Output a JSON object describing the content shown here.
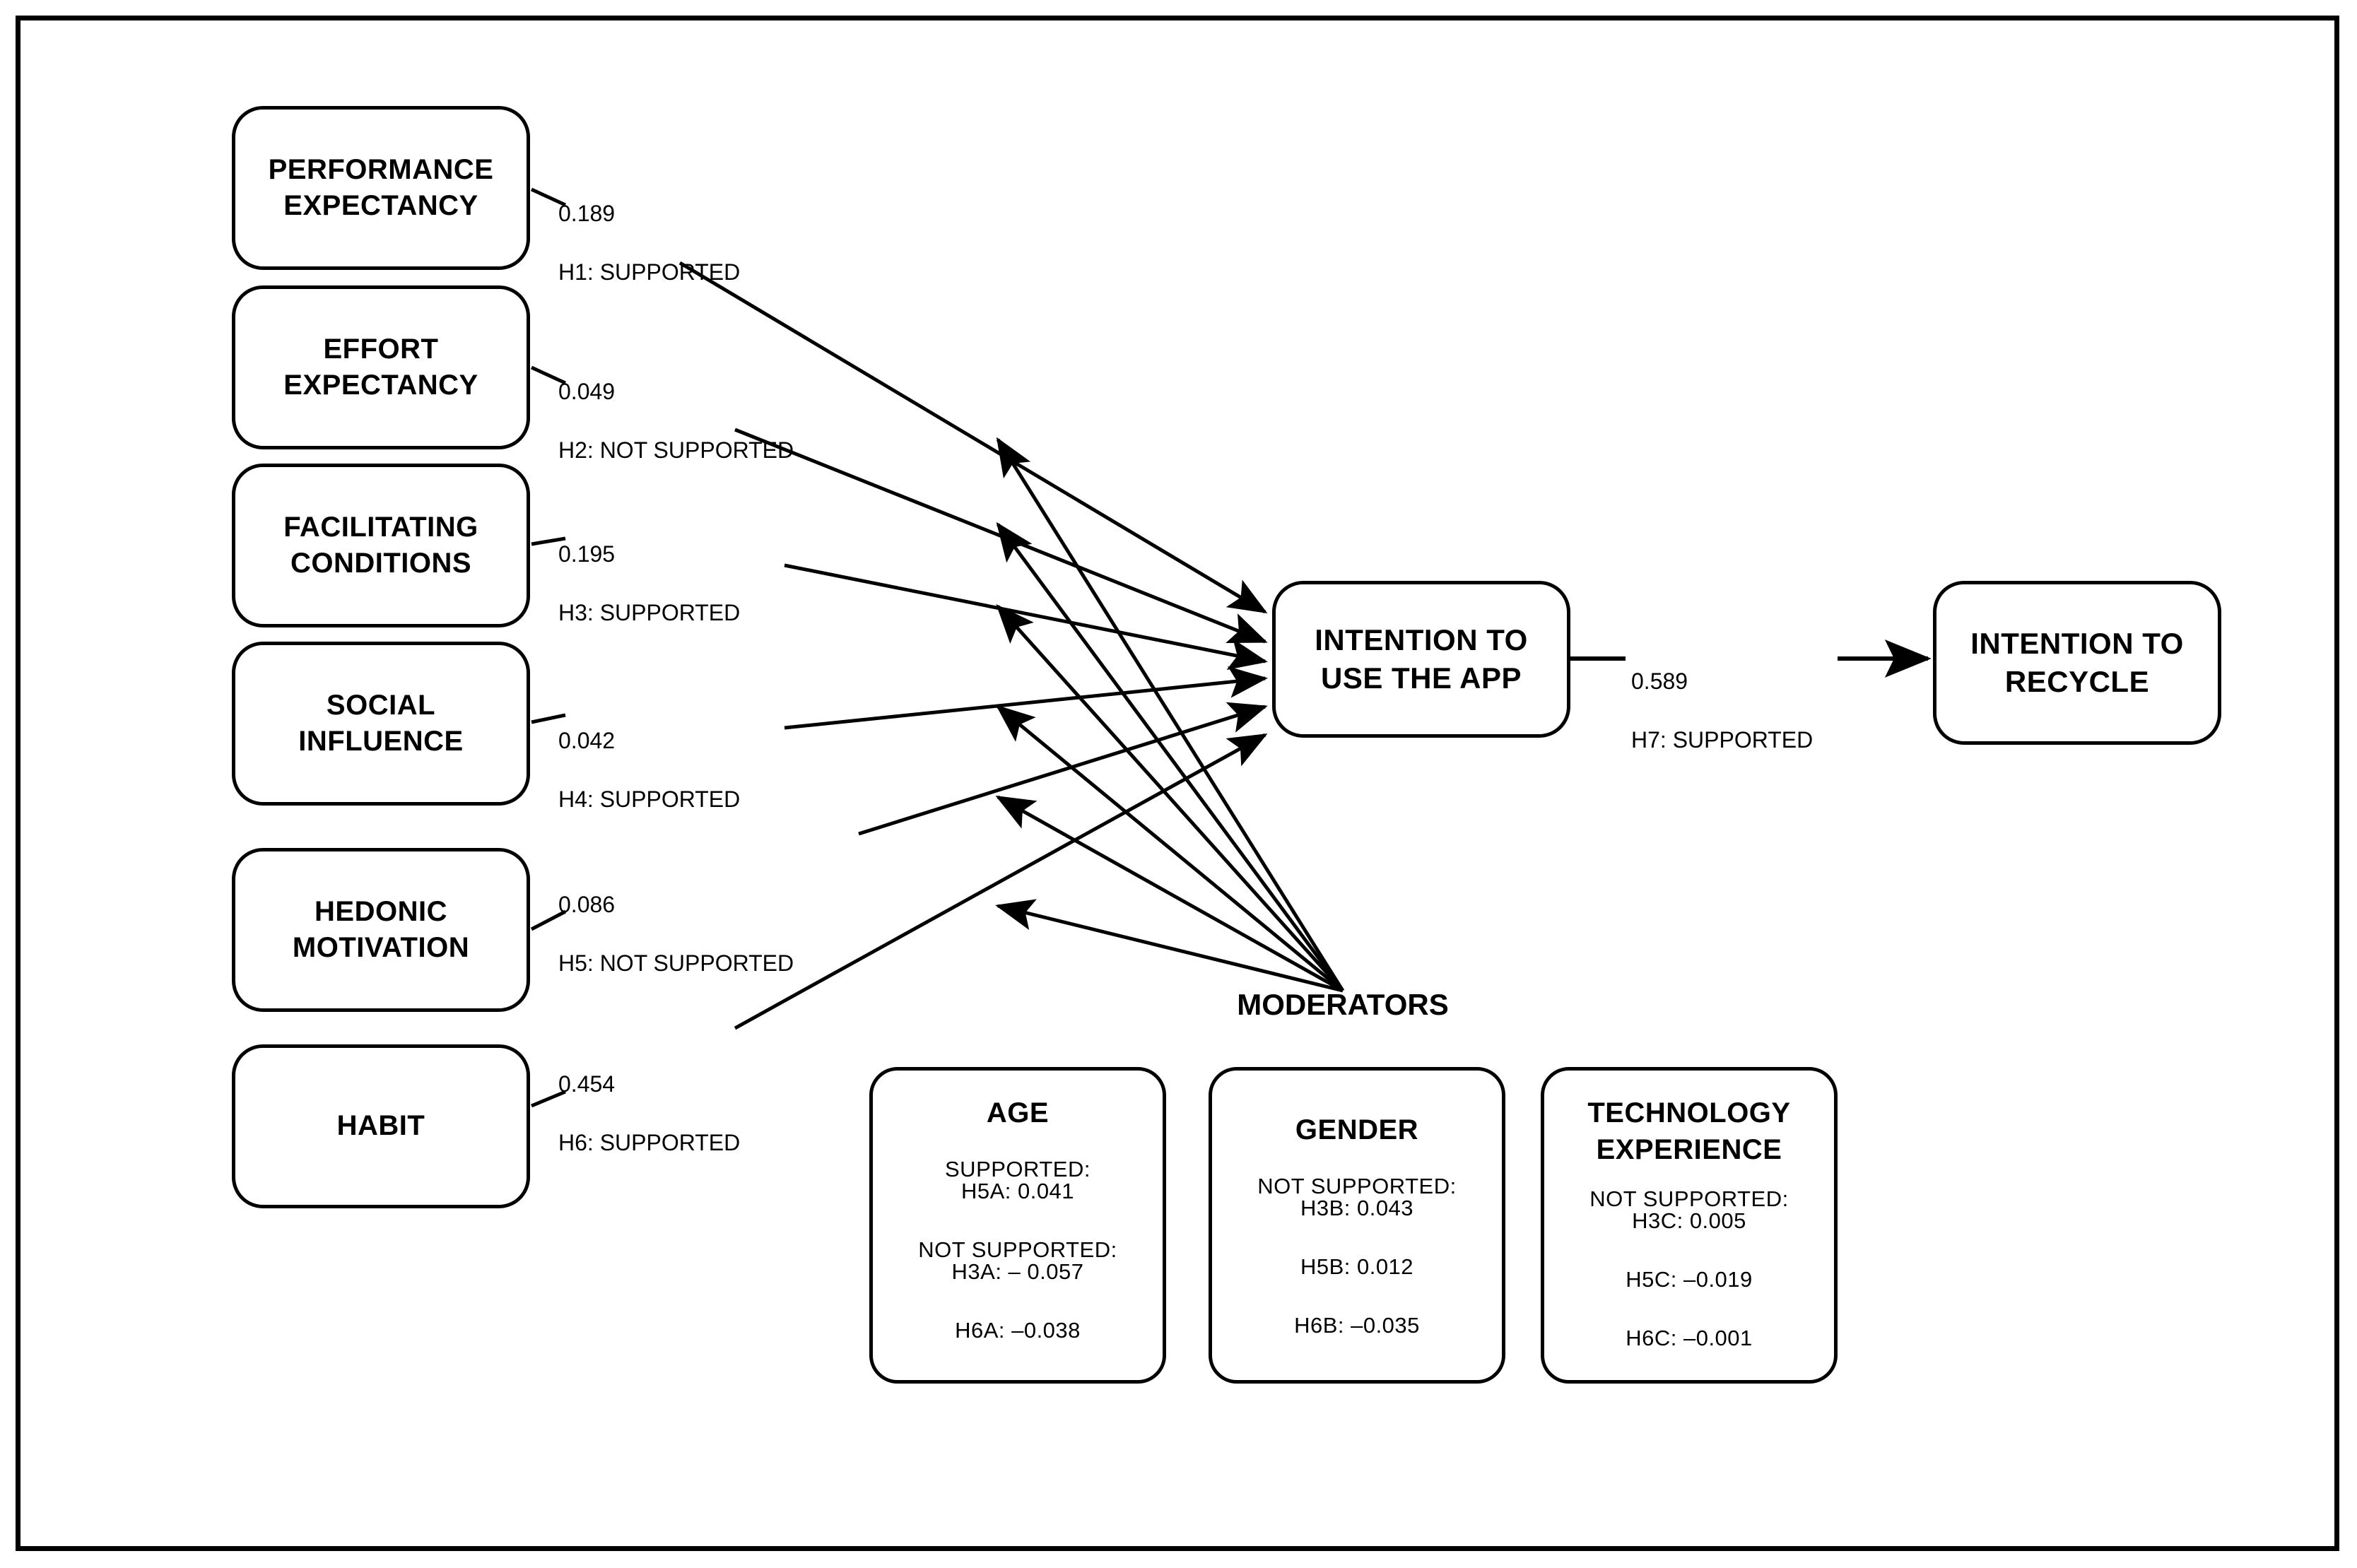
{
  "diagram": {
    "title": "UTAUT2 structural model with moderators",
    "frame": {
      "border_color": "#000000"
    },
    "moderators_caption": "MODERATORS"
  },
  "predictors": [
    {
      "id": "performance-expectancy",
      "label": "PERFORMANCE\nEXPECTANCY",
      "coefficient": "0.189",
      "hypothesis": "H1: SUPPORTED"
    },
    {
      "id": "effort-expectancy",
      "label": "EFFORT\nEXPECTANCY",
      "coefficient": "0.049",
      "hypothesis": "H2: NOT SUPPORTED"
    },
    {
      "id": "facilitating-conditions",
      "label": "FACILITATING\nCONDITIONS",
      "coefficient": "0.195",
      "hypothesis": "H3: SUPPORTED"
    },
    {
      "id": "social-influence",
      "label": "SOCIAL\nINFLUENCE",
      "coefficient": "0.042",
      "hypothesis": "H4: SUPPORTED"
    },
    {
      "id": "hedonic-motivation",
      "label": "HEDONIC\nMOTIVATION",
      "coefficient": "0.086",
      "hypothesis": "H5: NOT SUPPORTED"
    },
    {
      "id": "habit",
      "label": "HABIT",
      "coefficient": "0.454",
      "hypothesis": "H6: SUPPORTED"
    }
  ],
  "core": {
    "intention_to_use": {
      "label": "INTENTION TO\nUSE THE APP"
    },
    "intention_to_recycle": {
      "label": "INTENTION TO\nRECYCLE"
    },
    "path": {
      "coefficient": "0.589",
      "hypothesis": "H7: SUPPORTED"
    }
  },
  "moderators": [
    {
      "id": "age",
      "title": "AGE",
      "groups": [
        {
          "heading": "SUPPORTED:",
          "items": [
            "H5A: 0.041"
          ]
        },
        {
          "heading": "NOT SUPPORTED:",
          "items": [
            "H3A: – 0.057",
            "H6A: –0.038"
          ]
        }
      ],
      "lines": [
        "SUPPORTED:",
        "H5A: 0.041",
        "",
        "NOT SUPPORTED:",
        "H3A: – 0.057",
        "",
        "H6A: –0.038"
      ]
    },
    {
      "id": "gender",
      "title": "GENDER",
      "groups": [
        {
          "heading": "NOT SUPPORTED:",
          "items": [
            "H3B: 0.043",
            "H5B: 0.012",
            "H6B: –0.035"
          ]
        }
      ],
      "lines": [
        "NOT SUPPORTED:",
        "H3B: 0.043",
        "",
        "H5B: 0.012",
        "",
        "H6B: –0.035"
      ]
    },
    {
      "id": "technology-experience",
      "title": "TECHNOLOGY\nEXPERIENCE",
      "groups": [
        {
          "heading": "NOT SUPPORTED:",
          "items": [
            "H3C: 0.005",
            "H5C: –0.019",
            "H6C: –0.001"
          ]
        }
      ],
      "lines": [
        "NOT SUPPORTED:",
        "H3C: 0.005",
        "",
        "H5C: –0.019",
        "",
        "H6C: –0.001"
      ]
    }
  ],
  "chart_data": {
    "type": "diagram",
    "title": "UTAUT2 path model – intention to use the app and intention to recycle",
    "direct_paths": [
      {
        "from": "PERFORMANCE EXPECTANCY",
        "to": "INTENTION TO USE THE APP",
        "value": 0.189,
        "hypothesis": "H1",
        "result": "SUPPORTED"
      },
      {
        "from": "EFFORT EXPECTANCY",
        "to": "INTENTION TO USE THE APP",
        "value": 0.049,
        "hypothesis": "H2",
        "result": "NOT SUPPORTED"
      },
      {
        "from": "FACILITATING CONDITIONS",
        "to": "INTENTION TO USE THE APP",
        "value": 0.195,
        "hypothesis": "H3",
        "result": "SUPPORTED"
      },
      {
        "from": "SOCIAL INFLUENCE",
        "to": "INTENTION TO USE THE APP",
        "value": 0.042,
        "hypothesis": "H4",
        "result": "SUPPORTED"
      },
      {
        "from": "HEDONIC MOTIVATION",
        "to": "INTENTION TO USE THE APP",
        "value": 0.086,
        "hypothesis": "H5",
        "result": "NOT SUPPORTED"
      },
      {
        "from": "HABIT",
        "to": "INTENTION TO USE THE APP",
        "value": 0.454,
        "hypothesis": "H6",
        "result": "SUPPORTED"
      },
      {
        "from": "INTENTION TO USE THE APP",
        "to": "INTENTION TO RECYCLE",
        "value": 0.589,
        "hypothesis": "H7",
        "result": "SUPPORTED"
      }
    ],
    "moderation_paths": [
      {
        "moderator": "AGE",
        "hypothesis": "H5A",
        "value": 0.041,
        "result": "SUPPORTED"
      },
      {
        "moderator": "AGE",
        "hypothesis": "H3A",
        "value": -0.057,
        "result": "NOT SUPPORTED"
      },
      {
        "moderator": "AGE",
        "hypothesis": "H6A",
        "value": -0.038,
        "result": "NOT SUPPORTED"
      },
      {
        "moderator": "GENDER",
        "hypothesis": "H3B",
        "value": 0.043,
        "result": "NOT SUPPORTED"
      },
      {
        "moderator": "GENDER",
        "hypothesis": "H5B",
        "value": 0.012,
        "result": "NOT SUPPORTED"
      },
      {
        "moderator": "GENDER",
        "hypothesis": "H6B",
        "value": -0.035,
        "result": "NOT SUPPORTED"
      },
      {
        "moderator": "TECHNOLOGY EXPERIENCE",
        "hypothesis": "H3C",
        "value": 0.005,
        "result": "NOT SUPPORTED"
      },
      {
        "moderator": "TECHNOLOGY EXPERIENCE",
        "hypothesis": "H5C",
        "value": -0.019,
        "result": "NOT SUPPORTED"
      },
      {
        "moderator": "TECHNOLOGY EXPERIENCE",
        "hypothesis": "H6C",
        "value": -0.001,
        "result": "NOT SUPPORTED"
      }
    ]
  }
}
